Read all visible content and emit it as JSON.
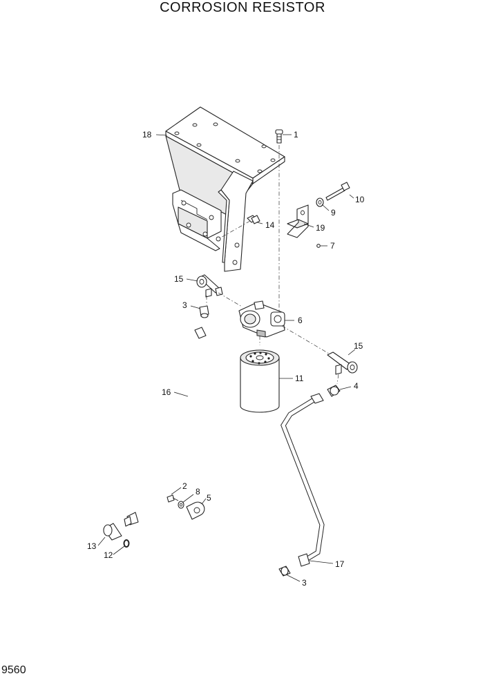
{
  "title": "CORROSION RESISTOR",
  "page_number": "9560",
  "callouts": [
    {
      "id": "c1",
      "text": "1"
    },
    {
      "id": "c2",
      "text": "2"
    },
    {
      "id": "c3a",
      "text": "3"
    },
    {
      "id": "c3b",
      "text": "3"
    },
    {
      "id": "c4",
      "text": "4"
    },
    {
      "id": "c5",
      "text": "5"
    },
    {
      "id": "c6",
      "text": "6"
    },
    {
      "id": "c7",
      "text": "7"
    },
    {
      "id": "c8",
      "text": "8"
    },
    {
      "id": "c9",
      "text": "9"
    },
    {
      "id": "c10",
      "text": "10"
    },
    {
      "id": "c11",
      "text": "11"
    },
    {
      "id": "c12",
      "text": "12"
    },
    {
      "id": "c13",
      "text": "13"
    },
    {
      "id": "c14",
      "text": "14"
    },
    {
      "id": "c15a",
      "text": "15"
    },
    {
      "id": "c15b",
      "text": "15"
    },
    {
      "id": "c16",
      "text": "16"
    },
    {
      "id": "c17",
      "text": "17"
    },
    {
      "id": "c18",
      "text": "18"
    },
    {
      "id": "c19",
      "text": "19"
    }
  ]
}
